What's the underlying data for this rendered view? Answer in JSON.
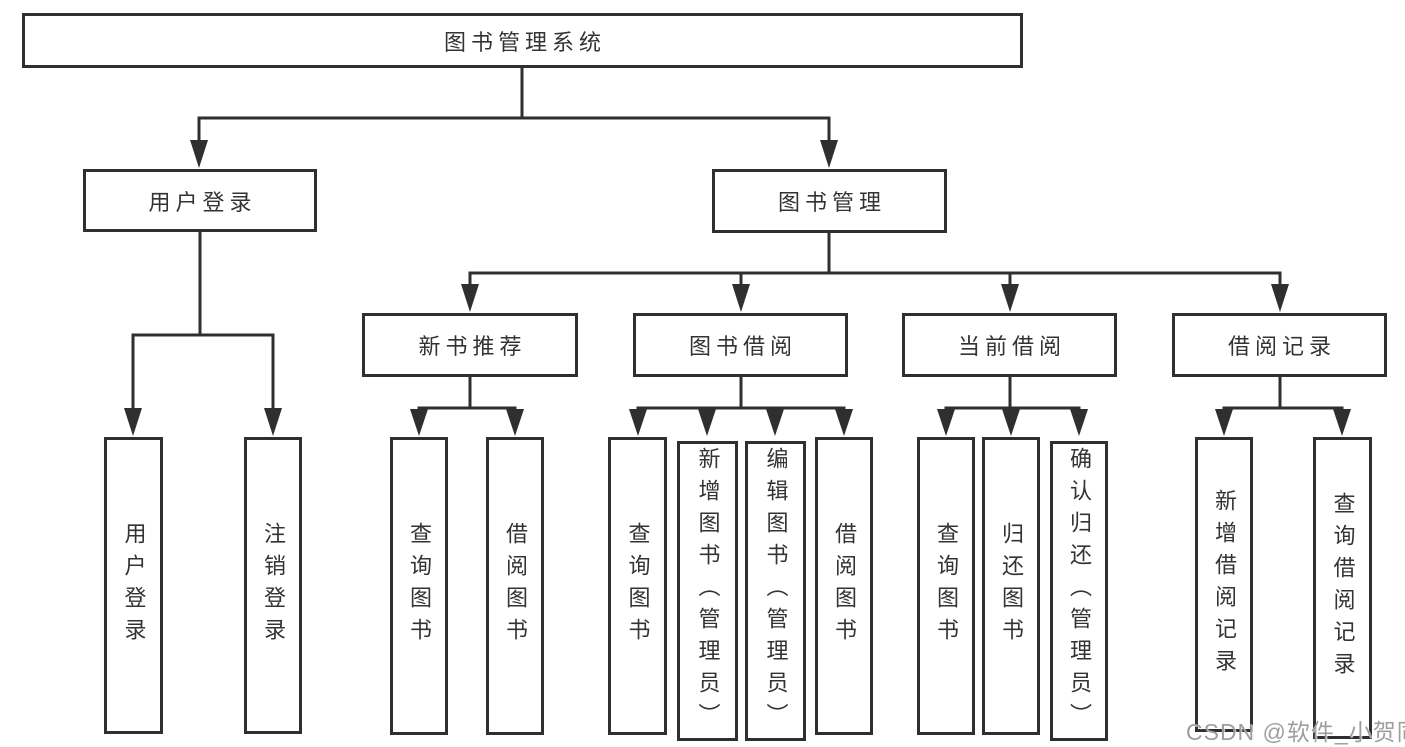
{
  "diagram": {
    "root": "图书管理系统",
    "branches": [
      "用户登录",
      "图书管理"
    ],
    "modules": [
      "新书推荐",
      "图书借阅",
      "当前借阅",
      "借阅记录"
    ],
    "leaves": [
      "用户登录",
      "注销登录",
      "查询图书",
      "借阅图书",
      "查询图书",
      "新增图书（管理员）",
      "编辑图书（管理员）",
      "借阅图书",
      "查询图书",
      "归还图书",
      "确认归还（管理员）",
      "新增借阅记录",
      "查询借阅记录"
    ]
  },
  "watermark": "CSDN @软件_小贺同学",
  "colors": {
    "line": "#2f2f2f",
    "text": "#333333",
    "background": "#ffffff",
    "watermark": "#9e9e9e"
  }
}
